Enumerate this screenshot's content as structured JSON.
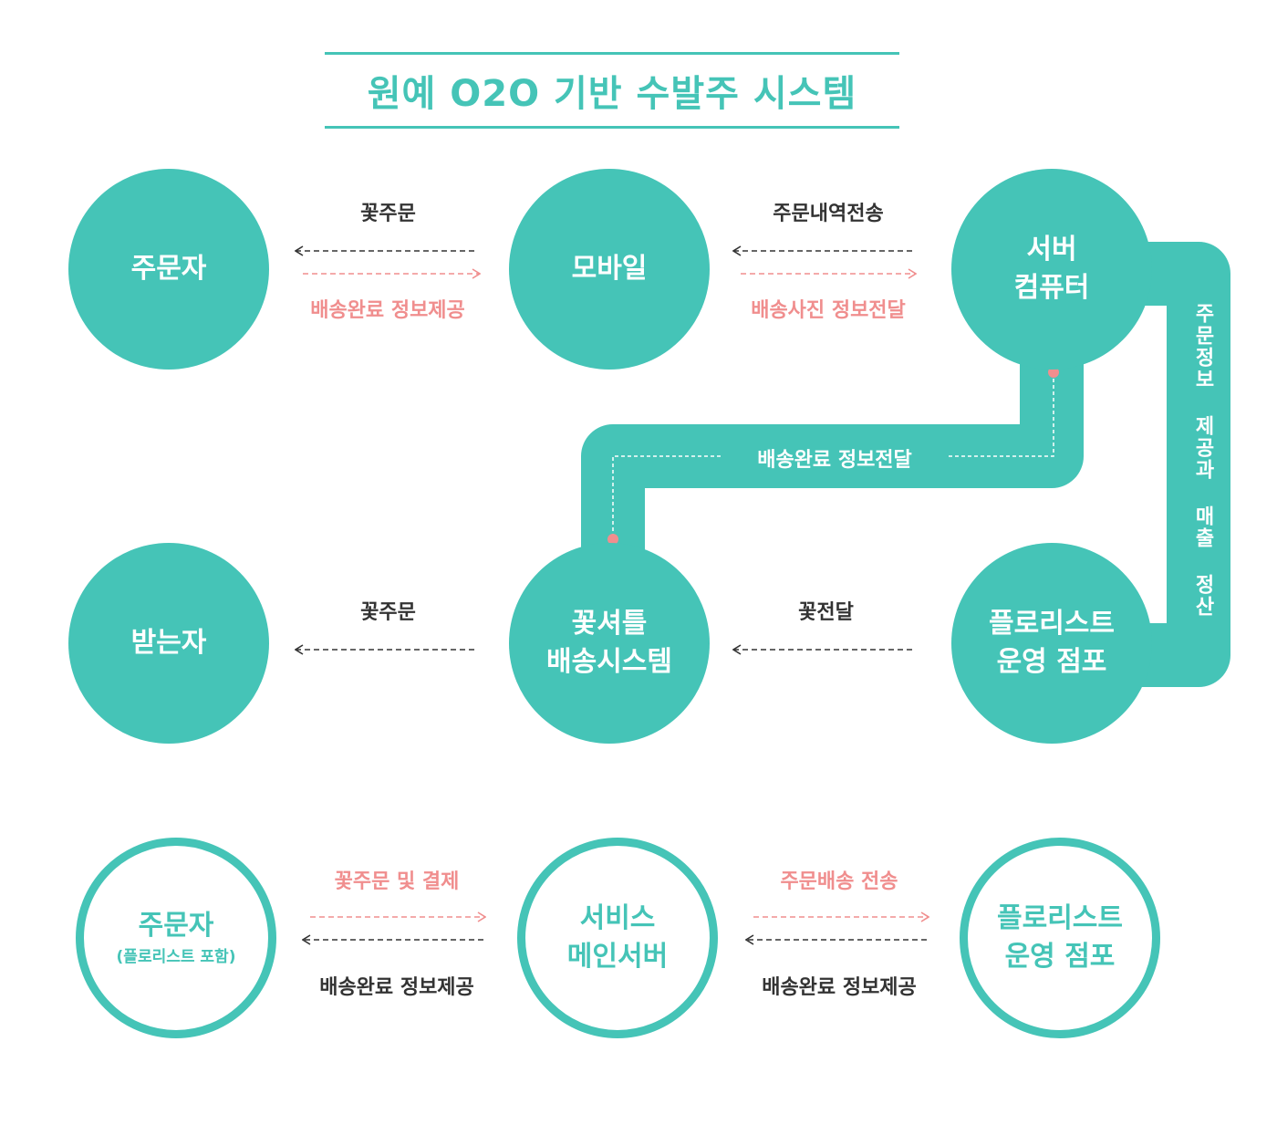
{
  "title": "원예 O2O 기반 수발주 시스템",
  "colors": {
    "teal": "#45c4b7",
    "pink": "#f08e8e",
    "dark": "#333333"
  },
  "top": {
    "nodes": {
      "orderer": [
        "주문자"
      ],
      "mobile": [
        "모바일"
      ],
      "server": [
        "서버",
        "컴퓨터"
      ],
      "receiver": [
        "받는자"
      ],
      "shuttle": [
        "꽃셔틀",
        "배송시스템"
      ],
      "florist": [
        "플로리스트",
        "운영 점포"
      ]
    },
    "labels": {
      "orderer_mobile_top": "꽃주문",
      "orderer_mobile_bottom": "배송완료 정보제공",
      "mobile_server_top": "주문내역전송",
      "mobile_server_bottom": "배송사진 정보전달",
      "server_shuttle": "배송완료 정보전달",
      "server_florist": "주문정보 제공과 매출 정산",
      "shuttle_receiver": "꽃주문",
      "florist_shuttle": "꽃전달"
    }
  },
  "bottom": {
    "nodes": {
      "orderer": [
        "주문자",
        "(플로리스트 포함)"
      ],
      "main_server": [
        "서비스",
        "메인서버"
      ],
      "florist": [
        "플로리스트",
        "운영 점포"
      ]
    },
    "labels": {
      "left_top": "꽃주문 및 결제",
      "left_bottom": "배송완료 정보제공",
      "right_top": "주문배송 전송",
      "right_bottom": "배송완료 정보제공"
    }
  }
}
